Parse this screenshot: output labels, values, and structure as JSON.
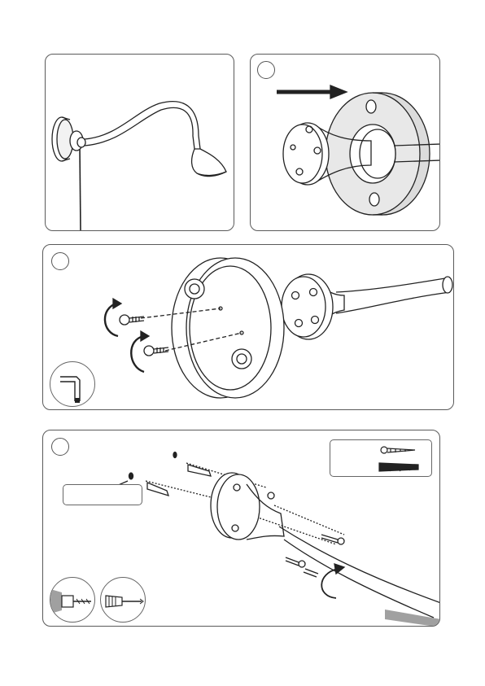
{
  "steps": [
    {
      "id": "overview"
    },
    {
      "id": "slide-cover-ring"
    },
    {
      "id": "remove-screws"
    },
    {
      "id": "drill-and-mount"
    }
  ],
  "icons": {
    "hex_key": "allen-key-icon",
    "drill": "drill-icon",
    "screwdriver": "screwdriver-icon",
    "hardware": "screw-and-plug-icon"
  },
  "colors": {
    "line": "#222222",
    "ring_fill": "#dcdcdc",
    "accent_grey": "#a0a0a0"
  }
}
